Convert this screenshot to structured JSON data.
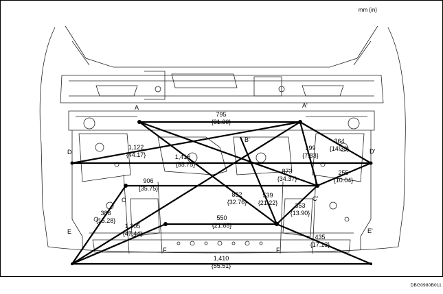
{
  "unit_label": "mm {in}",
  "figure_code": "DBG0980B011",
  "points": {
    "A": "A",
    "A_prime": "A'",
    "B_prime": "B'",
    "C": "C",
    "C_prime": "C'",
    "D": "D",
    "D_prime": "D'",
    "E": "E",
    "E_prime": "E'",
    "F_left": "F",
    "F_right": "F"
  },
  "dimensions": [
    {
      "id": "a-aprime",
      "mm": "795",
      "in": "{31.30}"
    },
    {
      "id": "a-dprime",
      "mm": "1,122",
      "in": "{44.17}"
    },
    {
      "id": "d-dprime",
      "mm": "1,416",
      "in": "{55.75}"
    },
    {
      "id": "aprime-cprime",
      "mm": "199",
      "in": "{7.83}"
    },
    {
      "id": "aprime-dprime",
      "mm": "364",
      "in": "{14.33}"
    },
    {
      "id": "a-cprime",
      "mm": "873",
      "in": "{34.37}"
    },
    {
      "id": "c-cprime",
      "mm": "906",
      "in": "{35.75}"
    },
    {
      "id": "dprime-cprime",
      "mm": "255",
      "in": "{10.04}"
    },
    {
      "id": "a-fright",
      "mm": "832",
      "in": "{32.76}"
    },
    {
      "id": "a-fleft",
      "mm": "539",
      "in": "{21.22}"
    },
    {
      "id": "cprime-fright",
      "mm": "353",
      "in": "{13.90}"
    },
    {
      "id": "c-e",
      "mm": "388",
      "in": "{15.28}"
    },
    {
      "id": "f-f",
      "mm": "550",
      "in": "{21.65}"
    },
    {
      "id": "e-aprime",
      "mm": "1,205",
      "in": "{47.44}"
    },
    {
      "id": "fright-eprime",
      "mm": "435",
      "in": "{17.13}"
    },
    {
      "id": "e-eprime",
      "mm": "1,410",
      "in": "{55.51}"
    }
  ]
}
